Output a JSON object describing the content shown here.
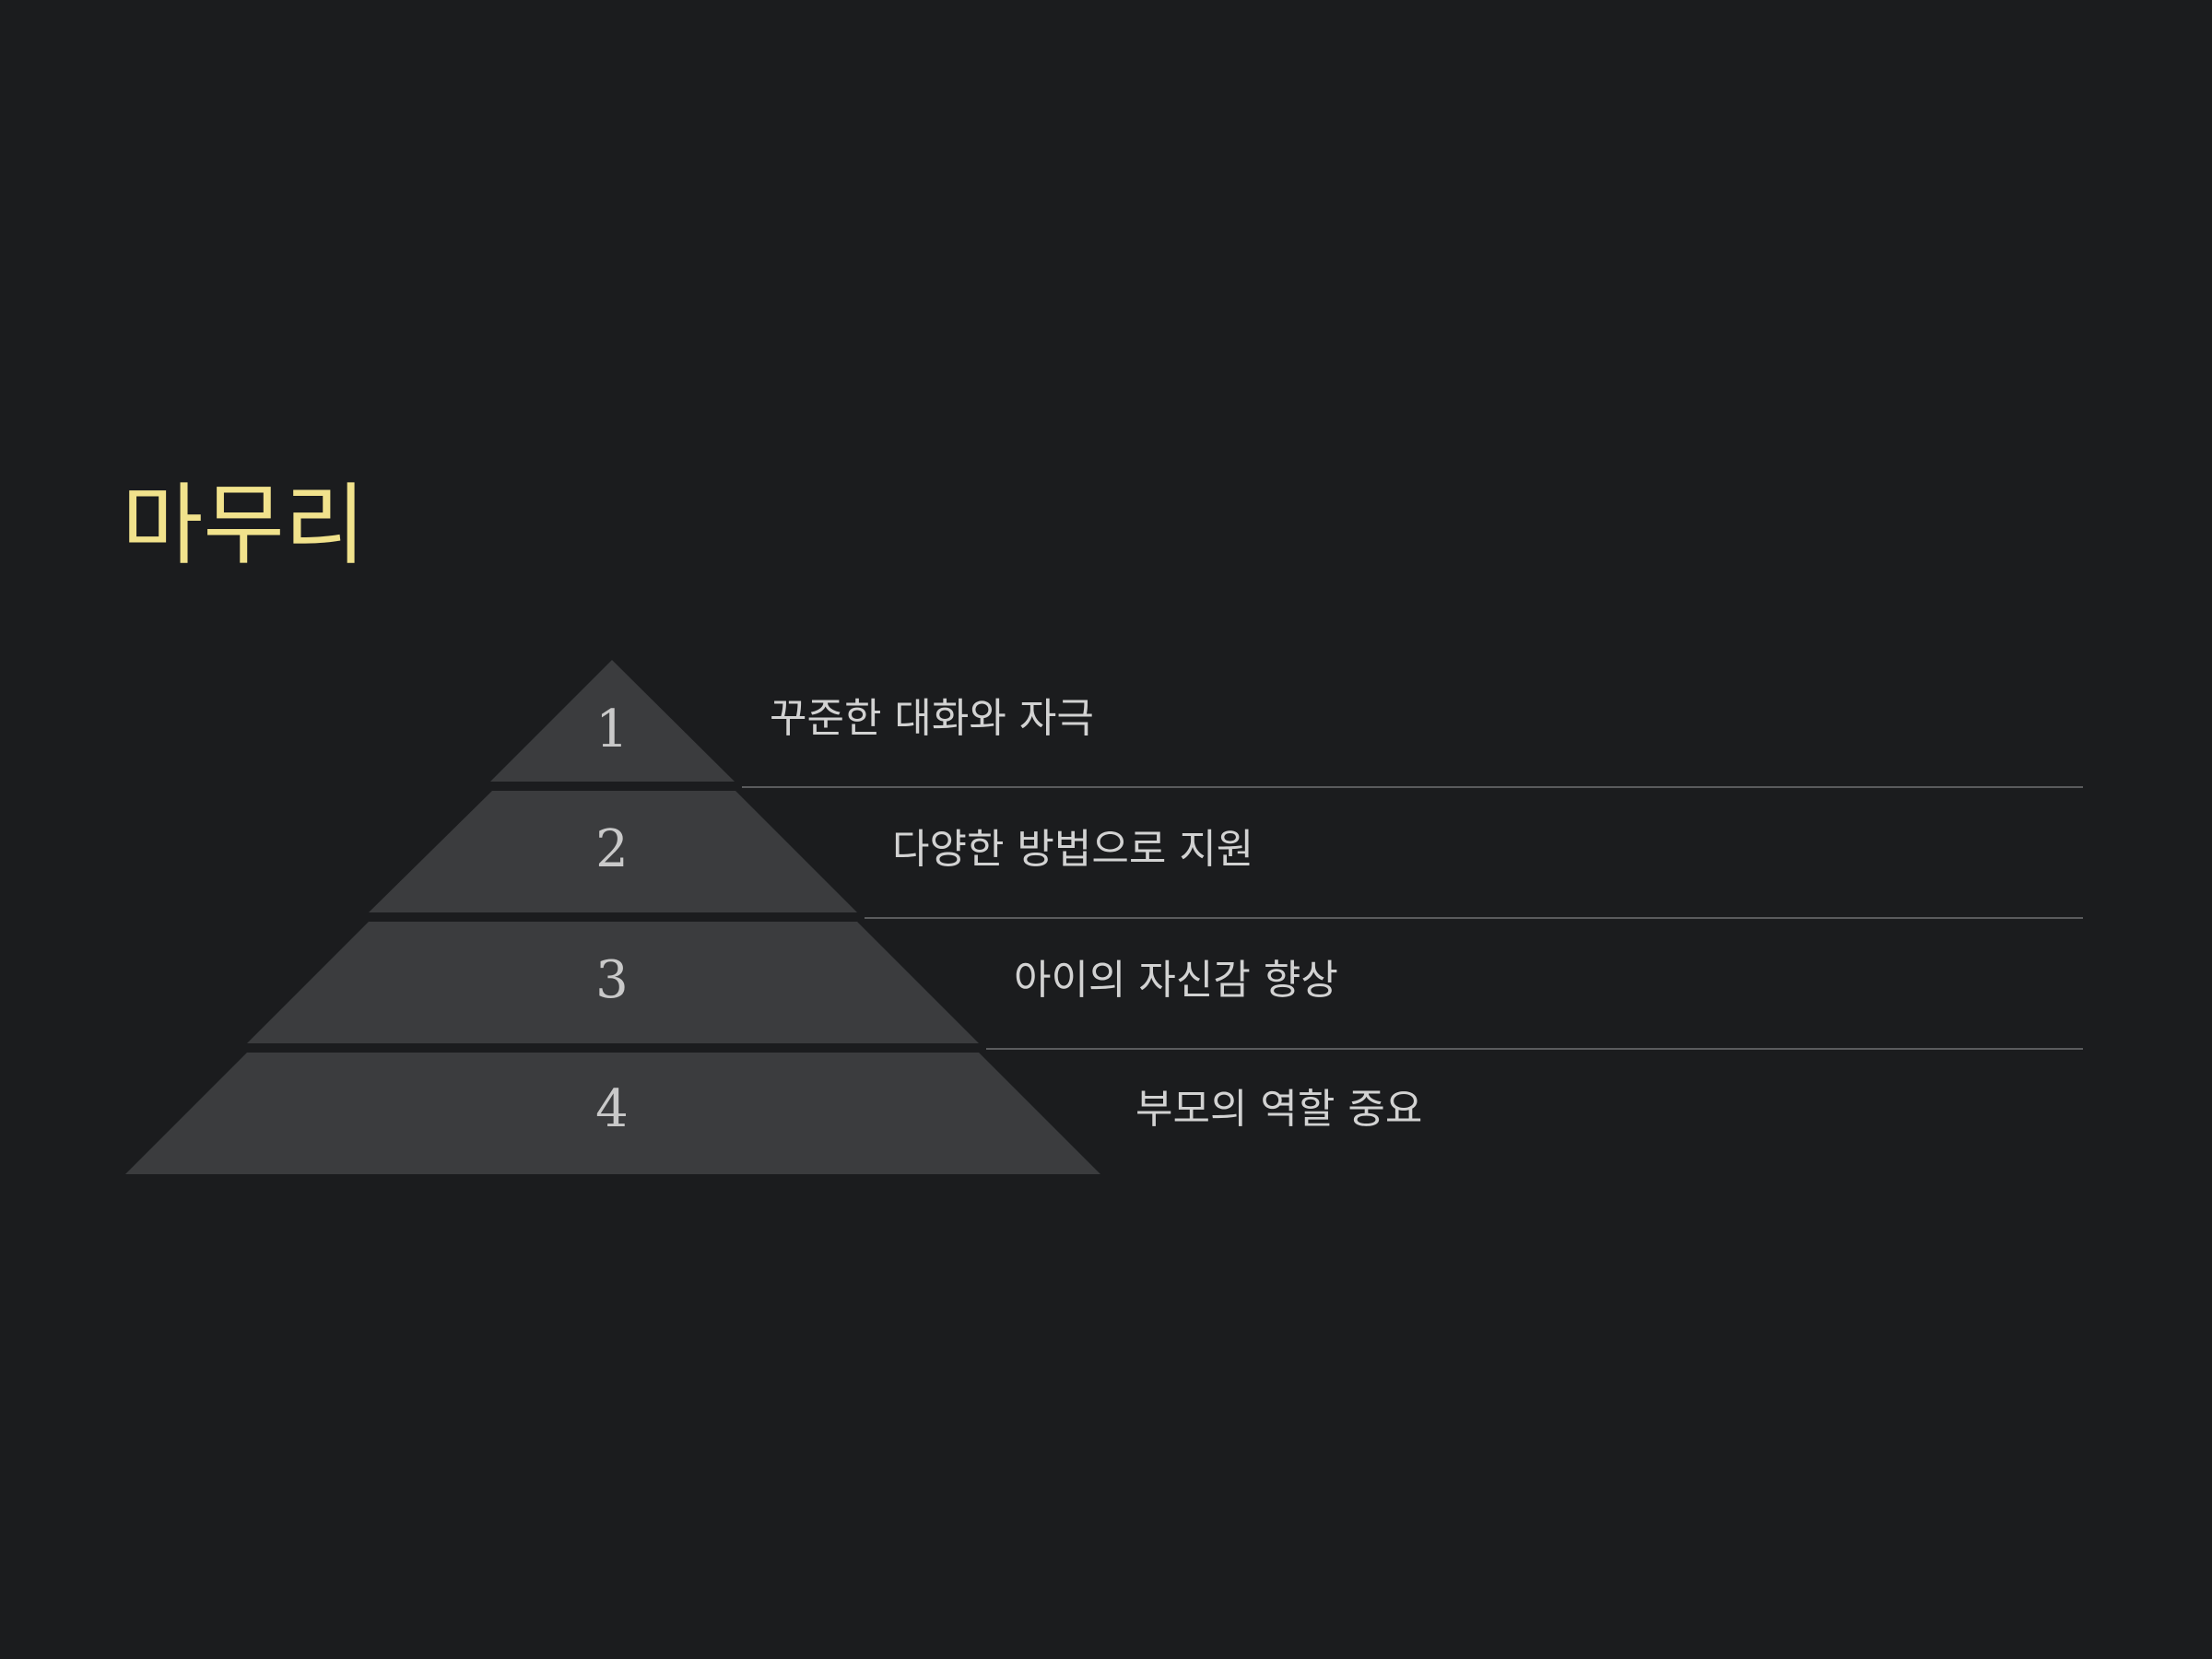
{
  "slide": {
    "title": "마무리",
    "accent_color": "#f1e28c",
    "background_color": "#1b1c1e",
    "tier_color": "#3b3c3e"
  },
  "pyramid": {
    "levels": [
      {
        "number": "1",
        "text": "꾸준한 대화와 자극"
      },
      {
        "number": "2",
        "text": "다양한 방법으로 지원"
      },
      {
        "number": "3",
        "text": "아이의 자신감 향상"
      },
      {
        "number": "4",
        "text": "부모의 역할 중요"
      }
    ]
  }
}
